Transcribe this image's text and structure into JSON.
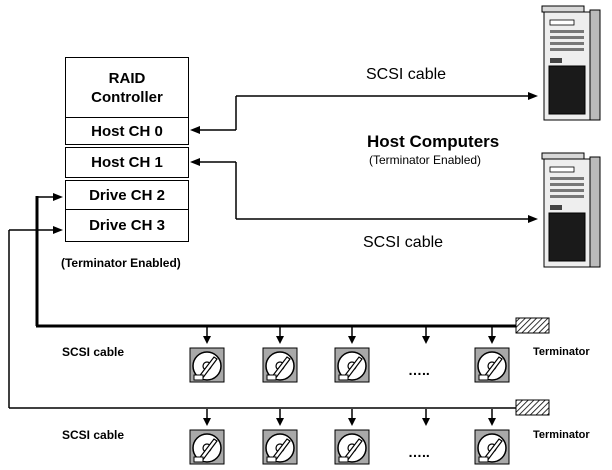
{
  "controller": {
    "title_line1": "RAID",
    "title_line2": "Controller",
    "channels": [
      "Host CH 0",
      "Host CH 1",
      "Drive CH 2",
      "Drive CH 3"
    ],
    "note": "(Terminator Enabled)"
  },
  "hosts": {
    "title": "Host Computers",
    "note": "(Terminator Enabled)"
  },
  "cables": {
    "host_top": "SCSI cable",
    "host_bottom": "SCSI cable",
    "drive_row1": "SCSI cable",
    "drive_row2": "SCSI cable"
  },
  "terminators": {
    "row1": "Terminator",
    "row2": "Terminator"
  },
  "ellipsis": "….."
}
